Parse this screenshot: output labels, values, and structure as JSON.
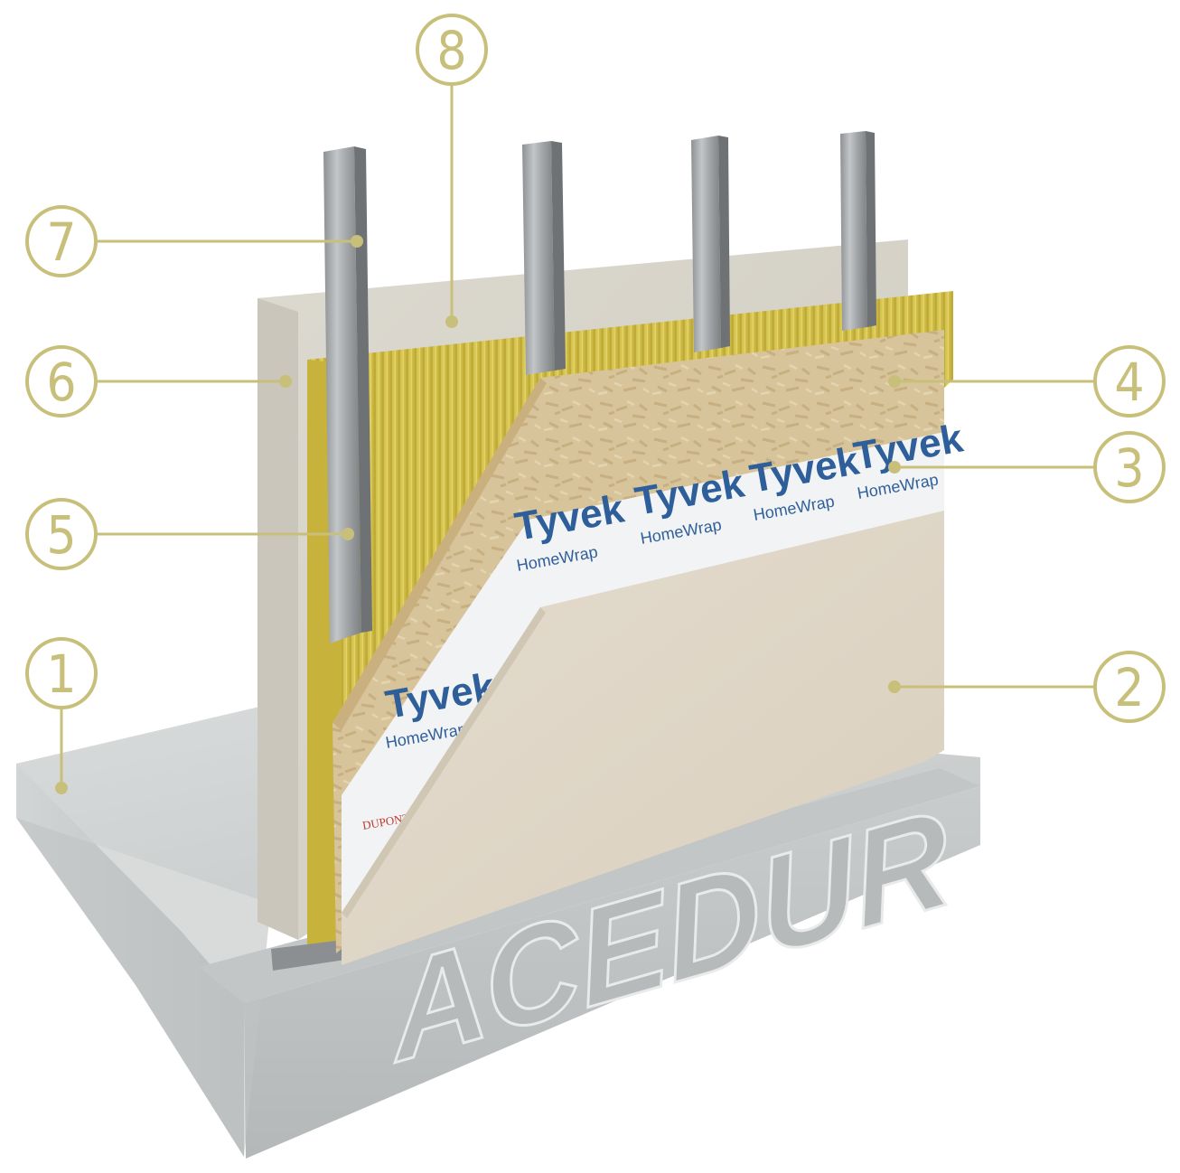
{
  "brand": "ACEDUR",
  "accent_color": "#c8c07a",
  "membrane": {
    "brand_text": "Tyvek",
    "product_text": "HomeWrap",
    "maker_text": "DUPONT"
  },
  "callouts": [
    {
      "number": "1",
      "layer": "concrete-slab"
    },
    {
      "number": "2",
      "layer": "cement-board"
    },
    {
      "number": "3",
      "layer": "tyvek-membrane"
    },
    {
      "number": "4",
      "layer": "osb-sheathing"
    },
    {
      "number": "5",
      "layer": "mineral-wool-insulation"
    },
    {
      "number": "6",
      "layer": "interior-board"
    },
    {
      "number": "7",
      "layer": "steel-stud"
    },
    {
      "number": "8",
      "layer": "interior-board-face"
    }
  ]
}
